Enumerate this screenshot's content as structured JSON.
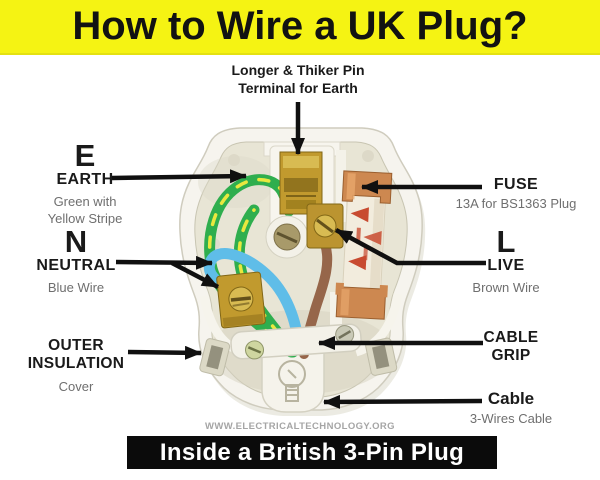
{
  "header": {
    "title": "How to Wire a UK Plug?"
  },
  "top_label": {
    "line1": "Longer & Thiker Pin",
    "line2": "Terminal for Earth"
  },
  "labels": {
    "earth": {
      "letter": "E",
      "name": "EARTH",
      "desc_line1": "Green with",
      "desc_line2": "Yellow Stripe"
    },
    "neutral": {
      "letter": "N",
      "name": "NEUTRAL",
      "desc": "Blue Wire"
    },
    "outer_insulation": {
      "name_line1": "OUTER",
      "name_line2": "INSULATION",
      "desc": "Cover"
    },
    "fuse": {
      "name": "FUSE",
      "desc": "13A for BS1363 Plug"
    },
    "live": {
      "letter": "L",
      "name": "LIVE",
      "desc": "Brown Wire"
    },
    "cable_grip": {
      "name_line1": "CABLE",
      "name_line2": "GRIP"
    },
    "cable": {
      "name": "Cable",
      "desc": "3-Wires Cable"
    }
  },
  "watermark": "WWW.ELECTRICALTECHNOLOGY.ORG",
  "footer": {
    "title": "Inside a British 3-Pin Plug"
  },
  "colors": {
    "header_bg": "#F5F313",
    "banner_bg": "#0B0B0B",
    "banner_text": "#FFFFFF",
    "label_text": "#1A1A1A",
    "desc_text": "#6F6F6F",
    "arrow": "#101010",
    "wire_green": "#2FAE4E",
    "wire_yellow_stripe": "#E9E83F",
    "wire_blue": "#5FBDE8",
    "wire_brown": "#96664A",
    "brass_terminal": "#C19A2E",
    "fuse_copper": "#CD8850",
    "fuse_marking_red": "#C84B30",
    "plug_body": "#F6F4EE",
    "plug_recess": "#E8E5D5"
  }
}
